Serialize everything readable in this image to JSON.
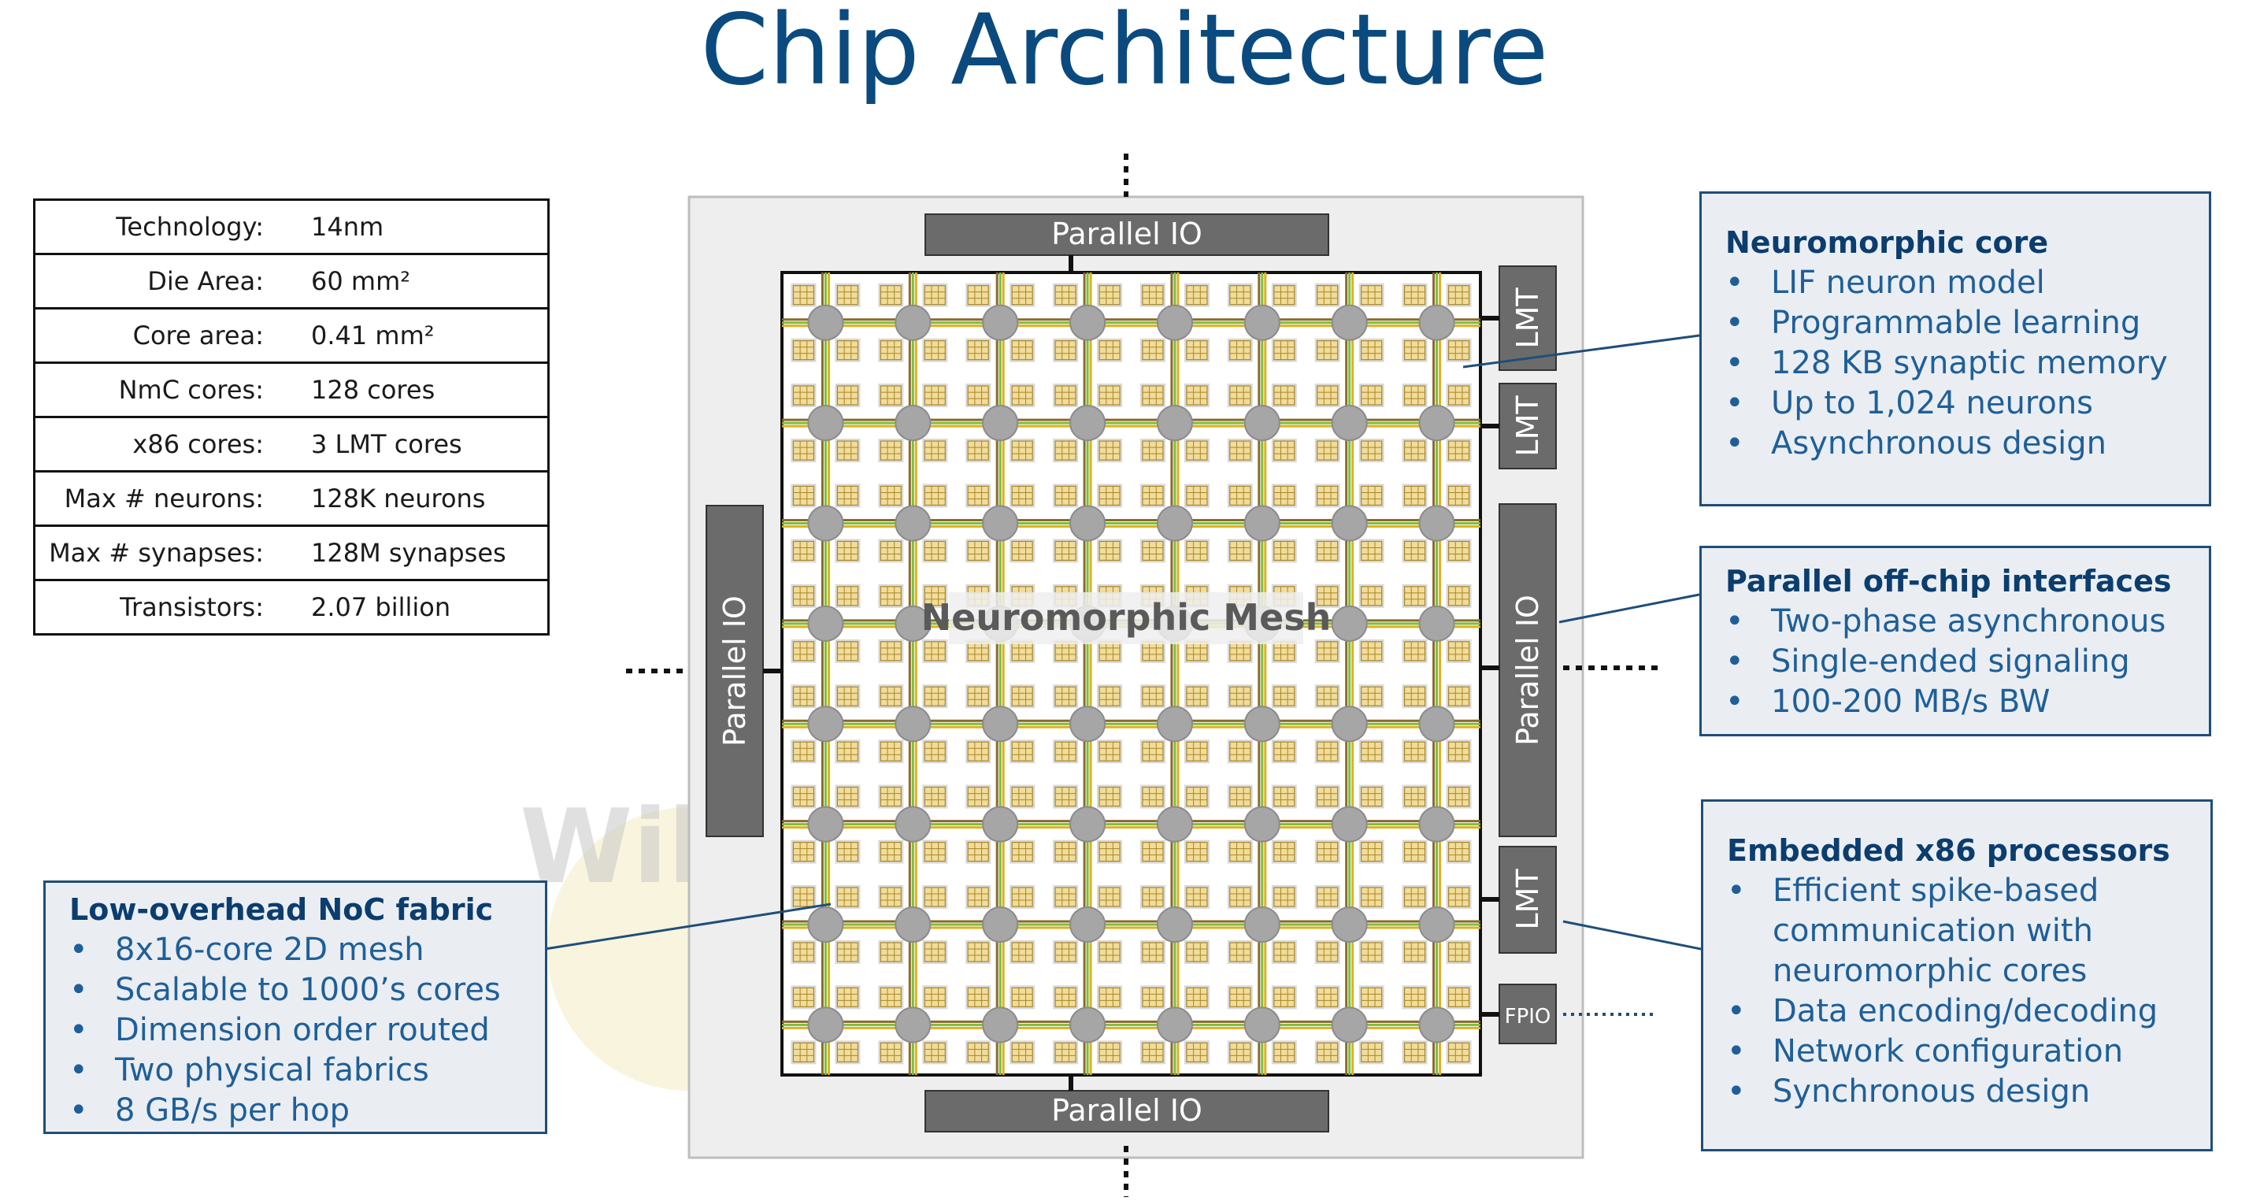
{
  "title": "Chip Architecture",
  "specs": [
    {
      "label": "Technology:",
      "value": "14nm"
    },
    {
      "label": "Die Area:",
      "value": "60 mm²"
    },
    {
      "label": "Core area:",
      "value": "0.41 mm²"
    },
    {
      "label": "NmC cores:",
      "value": "128 cores"
    },
    {
      "label": "x86 cores:",
      "value": "3 LMT cores"
    },
    {
      "label": "Max # neurons:",
      "value": "128K neurons"
    },
    {
      "label": "Max # synapses:",
      "value": "128M synapses"
    },
    {
      "label": "Transistors:",
      "value": "2.07 billion"
    }
  ],
  "diagram": {
    "mesh_label": "Neuromorphic Mesh",
    "parallel_io": "Parallel IO",
    "lmt": "LMT",
    "fpio": "FPIO",
    "watermark": "WikiChip"
  },
  "boxes": {
    "neuromorphic_core": {
      "title": "Neuromorphic core",
      "items": [
        "LIF neuron model",
        "Programmable learning",
        "128 KB synaptic memory",
        "Up to 1,024 neurons",
        "Asynchronous design"
      ]
    },
    "offchip": {
      "title": "Parallel off-chip interfaces",
      "items": [
        "Two-phase asynchronous",
        "Single-ended signaling",
        "100-200 MB/s BW"
      ]
    },
    "x86": {
      "title": "Embedded x86 processors",
      "items": [
        "Efficient spike-based communication with neuromorphic cores",
        "Data encoding/decoding",
        "Network configuration",
        "Synchronous design"
      ]
    },
    "noc": {
      "title": "Low-overhead NoC fabric",
      "items": [
        "8x16-core 2D mesh",
        "Scalable to 1000’s cores",
        "Dimension order routed",
        "Two physical fabrics",
        "8 GB/s per hop"
      ]
    }
  },
  "colors": {
    "title": "#0b4a7e",
    "box_border": "#1f4e79",
    "box_fill": "#eaeef3",
    "core_fill": "#f1dc9a",
    "router": "#a6a6a6",
    "io_block": "#6b6b6b"
  }
}
